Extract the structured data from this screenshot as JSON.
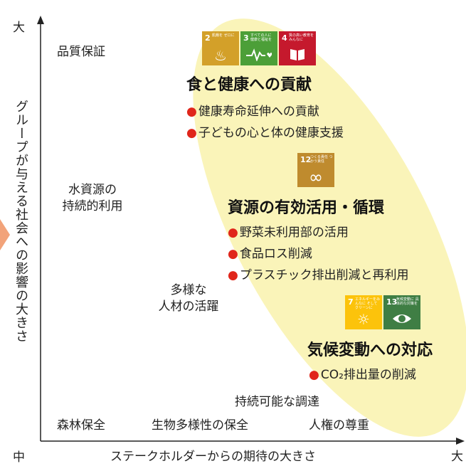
{
  "axes": {
    "y_title": "グループが与える社会への影響の大きさ",
    "y_top": "大",
    "origin": "中",
    "x_title": "ステークホルダーからの期待の大きさ",
    "x_right": "大"
  },
  "left_labels": {
    "quality": "品質保証",
    "water_line1": "水資源の",
    "water_line2": "持続的利用",
    "diversity_line1": "多様な",
    "diversity_line2": "人材の活躍",
    "forest": "森林保全",
    "biodiversity": "生物多様性の保全",
    "procurement": "持続可能な調達",
    "human_rights": "人権の尊重"
  },
  "groups": [
    {
      "title": "食と健康への貢献",
      "bullets": [
        "健康寿命延伸への貢献",
        "子どもの心と体の健康支援"
      ],
      "icons": [
        {
          "num": "2",
          "cap": "飢餓を ゼロに",
          "symbol": "bowl-icon",
          "color": "#d3a029"
        },
        {
          "num": "3",
          "cap": "すべての人に 健康と福祉を",
          "symbol": "heartbeat-icon",
          "color": "#4c9f38"
        },
        {
          "num": "4",
          "cap": "質の高い教育を みんなに",
          "symbol": "book-icon",
          "color": "#c5192d"
        }
      ]
    },
    {
      "title": "資源の有効活用・循環",
      "bullets": [
        "野菜未利用部の活用",
        "食品ロス削減",
        "プラスチック排出削減と再利用"
      ],
      "icons": [
        {
          "num": "12",
          "cap": "つくる責任 つかう責任",
          "symbol": "infinity-icon",
          "color": "#bf8b2e"
        }
      ]
    },
    {
      "title": "気候変動への対応",
      "bullets": [
        "CO₂排出量の削減"
      ],
      "icons": [
        {
          "num": "7",
          "cap": "エネルギーをみんなに そしてクリーンに",
          "symbol": "sun-icon",
          "color": "#fcc30b"
        },
        {
          "num": "13",
          "cap": "気候変動に 具体的な対策を",
          "symbol": "eye-earth-icon",
          "color": "#3f7e44"
        }
      ]
    }
  ],
  "colors": {
    "highlight": "#faf4b9",
    "bullet": "#e0261b",
    "pointer": "#f2a37a",
    "axis": "#222222"
  }
}
